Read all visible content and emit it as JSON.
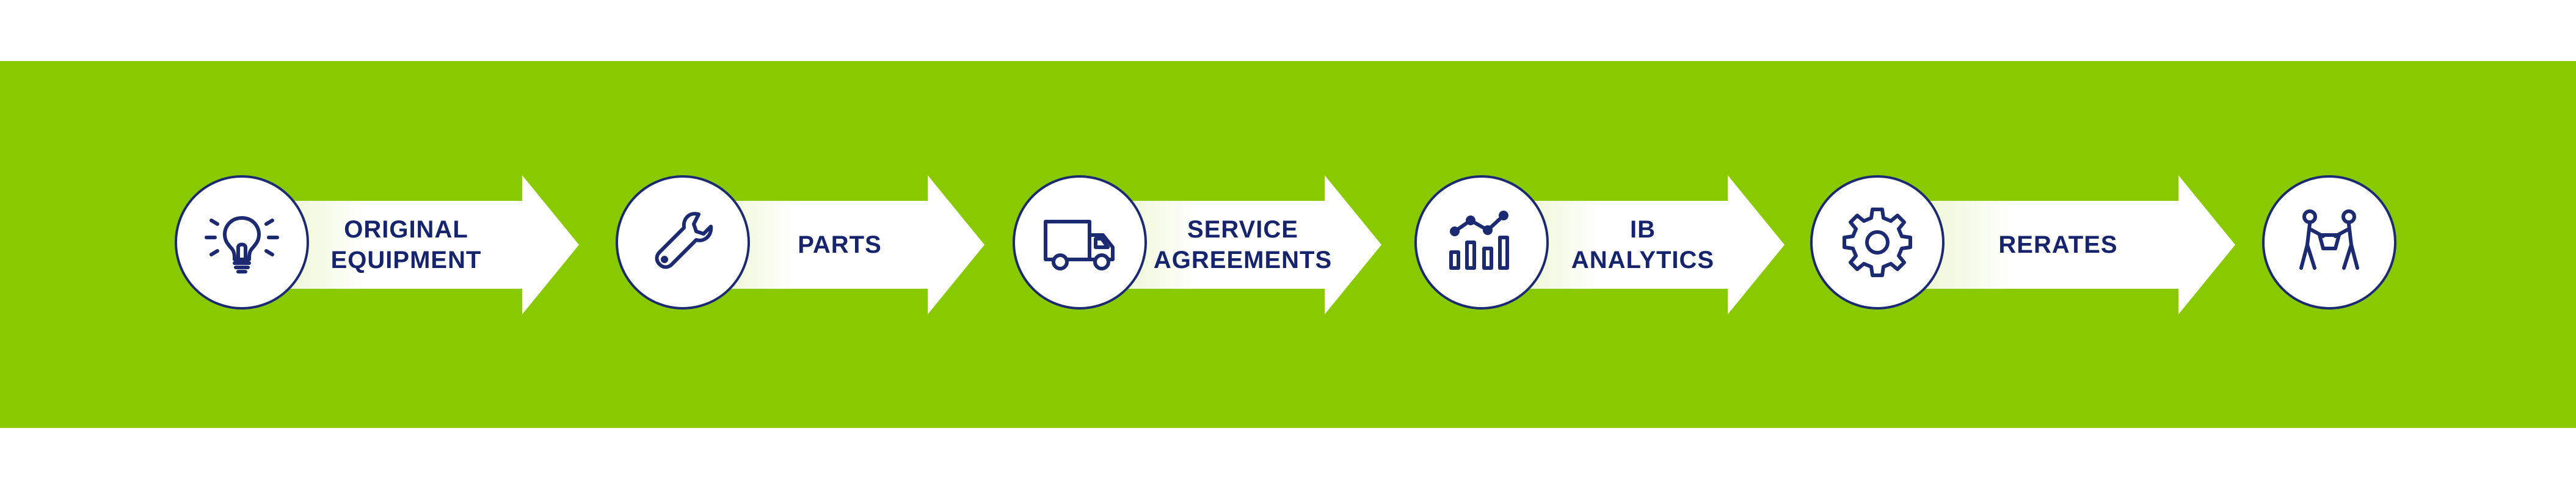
{
  "colors": {
    "band": "#88c900",
    "ink": "#1c2a72",
    "white": "#ffffff"
  },
  "steps": [
    {
      "label": "ORIGINAL\nEQUIPMENT",
      "icon": "lightbulb-icon"
    },
    {
      "label": "PARTS",
      "icon": "wrench-icon"
    },
    {
      "label": "SERVICE\nAGREEMENTS",
      "icon": "truck-icon"
    },
    {
      "label": "IB\nANALYTICS",
      "icon": "analytics-chart-icon"
    },
    {
      "label": "RERATES",
      "icon": "gear-icon"
    }
  ],
  "final_icon": "people-carrying-icon"
}
